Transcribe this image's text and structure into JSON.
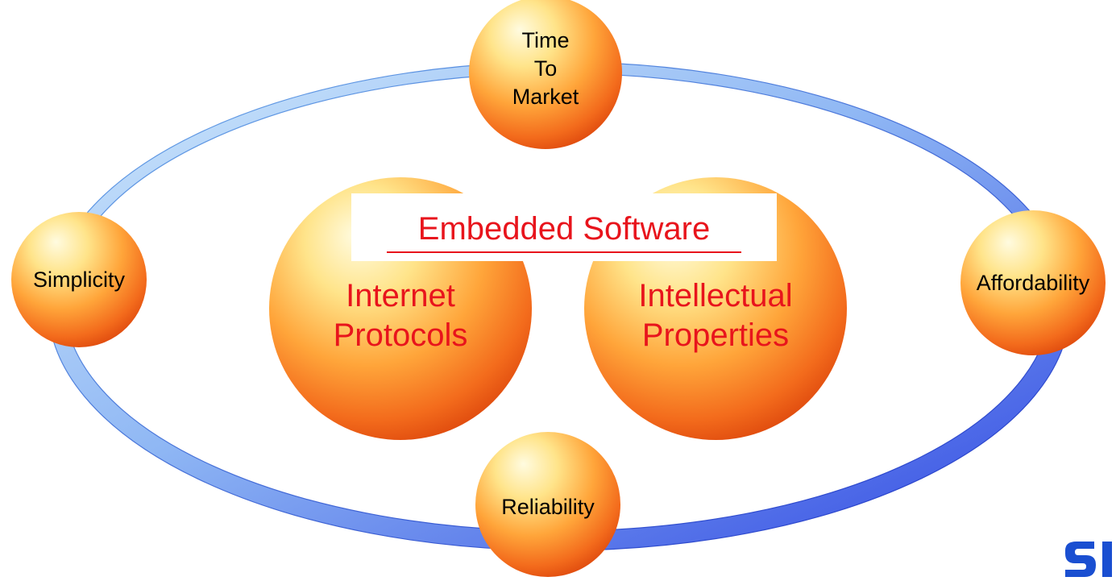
{
  "colors": {
    "ring_light": "#cfe8fb",
    "ring_dark": "#3a52e6",
    "sphere_highlight": "#fffbe0",
    "sphere_mid": "#ffb43a",
    "sphere_edge": "#f05a10",
    "accent_text": "#e8141c"
  },
  "diagram": {
    "title": "Embedded Software",
    "center_nodes": [
      {
        "lines": [
          "Internet",
          "Protocols"
        ]
      },
      {
        "lines": [
          "Intellectual",
          "Properties"
        ]
      }
    ],
    "outer_nodes": {
      "top": {
        "lines": [
          "Time",
          "To",
          "Market"
        ]
      },
      "left": {
        "lines": [
          "Simplicity"
        ]
      },
      "right": {
        "lines": [
          "Affordability"
        ]
      },
      "bottom": {
        "lines": [
          "Reliability"
        ]
      }
    }
  }
}
